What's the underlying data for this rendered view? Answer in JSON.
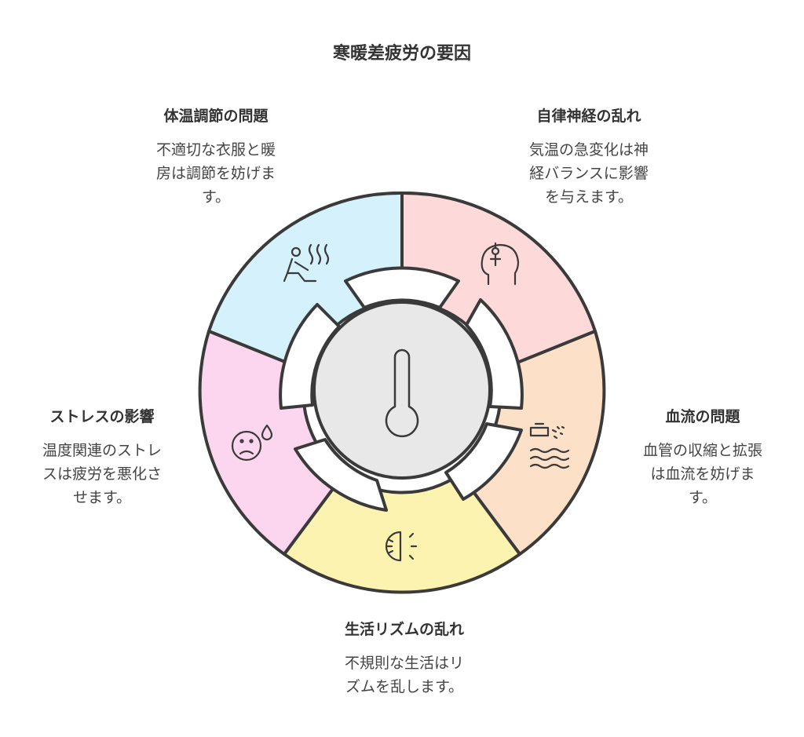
{
  "title": "寒暖差疲労の要因",
  "segments": [
    {
      "title": "体温調節の問題",
      "desc": [
        "不適切な衣服と暖",
        "房は調節を妨げま",
        "す。"
      ],
      "icon": "warm-person-icon",
      "color": "#d4f1fc"
    },
    {
      "title": "自律神経の乱れ",
      "desc": [
        "気温の急変化は神",
        "経バランスに影響",
        "を与えます。"
      ],
      "icon": "head-nerve-icon",
      "color": "#fdd9d9"
    },
    {
      "title": "血流の問題",
      "desc": [
        "血管の収縮と拡張",
        "は血流を妨げま",
        "す。"
      ],
      "icon": "water-flow-icon",
      "color": "#fde0c8"
    },
    {
      "title": "生活リズムの乱れ",
      "desc": [
        "不規則な生活はリ",
        "ズムを乱します。"
      ],
      "icon": "half-sun-icon",
      "color": "#fdf3b0"
    },
    {
      "title": "ストレスの影響",
      "desc": [
        "温度関連のストレ",
        "スは疲労を悪化さ",
        "せます。"
      ],
      "icon": "sad-face-icon",
      "color": "#fcd6ee"
    }
  ],
  "center": {
    "icon": "thermometer-icon",
    "color": "#e8e8e8"
  }
}
